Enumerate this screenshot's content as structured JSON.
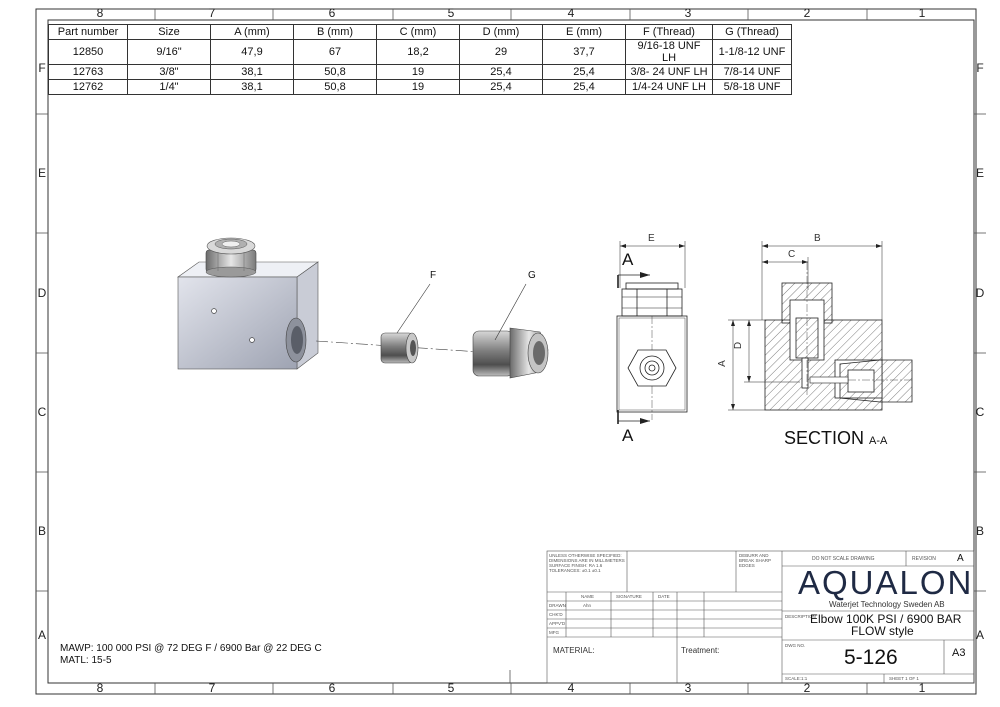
{
  "zones": {
    "columns": [
      "8",
      "7",
      "6",
      "5",
      "4",
      "3",
      "2",
      "1"
    ],
    "rows": [
      "F",
      "E",
      "D",
      "C",
      "B",
      "A"
    ]
  },
  "part_table": {
    "headers": [
      "Part number",
      "Size",
      "A (mm)",
      "B (mm)",
      "C (mm)",
      "D (mm)",
      "E (mm)",
      "F (Thread)",
      "G (Thread)"
    ],
    "rows": [
      [
        "12850",
        "9/16\"",
        "47,9",
        "67",
        "18,2",
        "29",
        "37,7",
        "9/16-18 UNF LH",
        "1-1/8-12 UNF"
      ],
      [
        "12763",
        "3/8\"",
        "38,1",
        "50,8",
        "19",
        "25,4",
        "25,4",
        "3/8- 24 UNF LH",
        "7/8-14 UNF"
      ],
      [
        "12762",
        "1/4\"",
        "38,1",
        "50,8",
        "19",
        "25,4",
        "25,4",
        "1/4-24 UNF LH",
        "5/8-18 UNF"
      ]
    ]
  },
  "callouts": {
    "f": "F",
    "g": "G"
  },
  "front_view": {
    "dim_e": "E",
    "section_marker": "A"
  },
  "section_view": {
    "dim_b": "B",
    "dim_c": "C",
    "dim_d": "D",
    "dim_a": "A",
    "title": "SECTION",
    "title_suffix": "A-A"
  },
  "notes": {
    "mawp": "MAWP: 100 000 PSI @ 72 DEG F / 6900 Bar @ 22 DEG C",
    "matl": "MATL: 15-5"
  },
  "title_block": {
    "general_notes": [
      "UNLESS OTHERWISE SPECIFIED:",
      "DIMENSIONS ARE IN MILLIMETERS",
      "SURFACE FINISH: RA 1.6",
      "TOLERANCES: ±0.1 ±0.1"
    ],
    "deburr_note": [
      "DEBURR AND",
      "BREAK SHARP",
      "EDGES"
    ],
    "col_headers": [
      "NAME",
      "SIGNATURE",
      "DATE"
    ],
    "row_labels": [
      "DRAWN",
      "CHK'D",
      "APPV'D",
      "MFG"
    ],
    "drawn_name": "Ahn",
    "material_label": "MATERIAL:",
    "treatment_label": "Treatment:",
    "do_not_scale": "DO NOT SCALE DRAWING",
    "revision_label": "REVISION",
    "revision": "A",
    "logo": "AQUALON",
    "company": "Waterjet Technology Sweden AB",
    "description_label": "DESCRIPTION",
    "description_line1": "Elbow 100K PSI / 6900 BAR",
    "description_line2": "FLOW style",
    "dwg_no_label": "DWG NO.",
    "dwg_no": "5-126",
    "sheet_size": "A3",
    "scale_label": "SCALE:1:1",
    "sheet_label": "SHEET 1 OF 1"
  }
}
